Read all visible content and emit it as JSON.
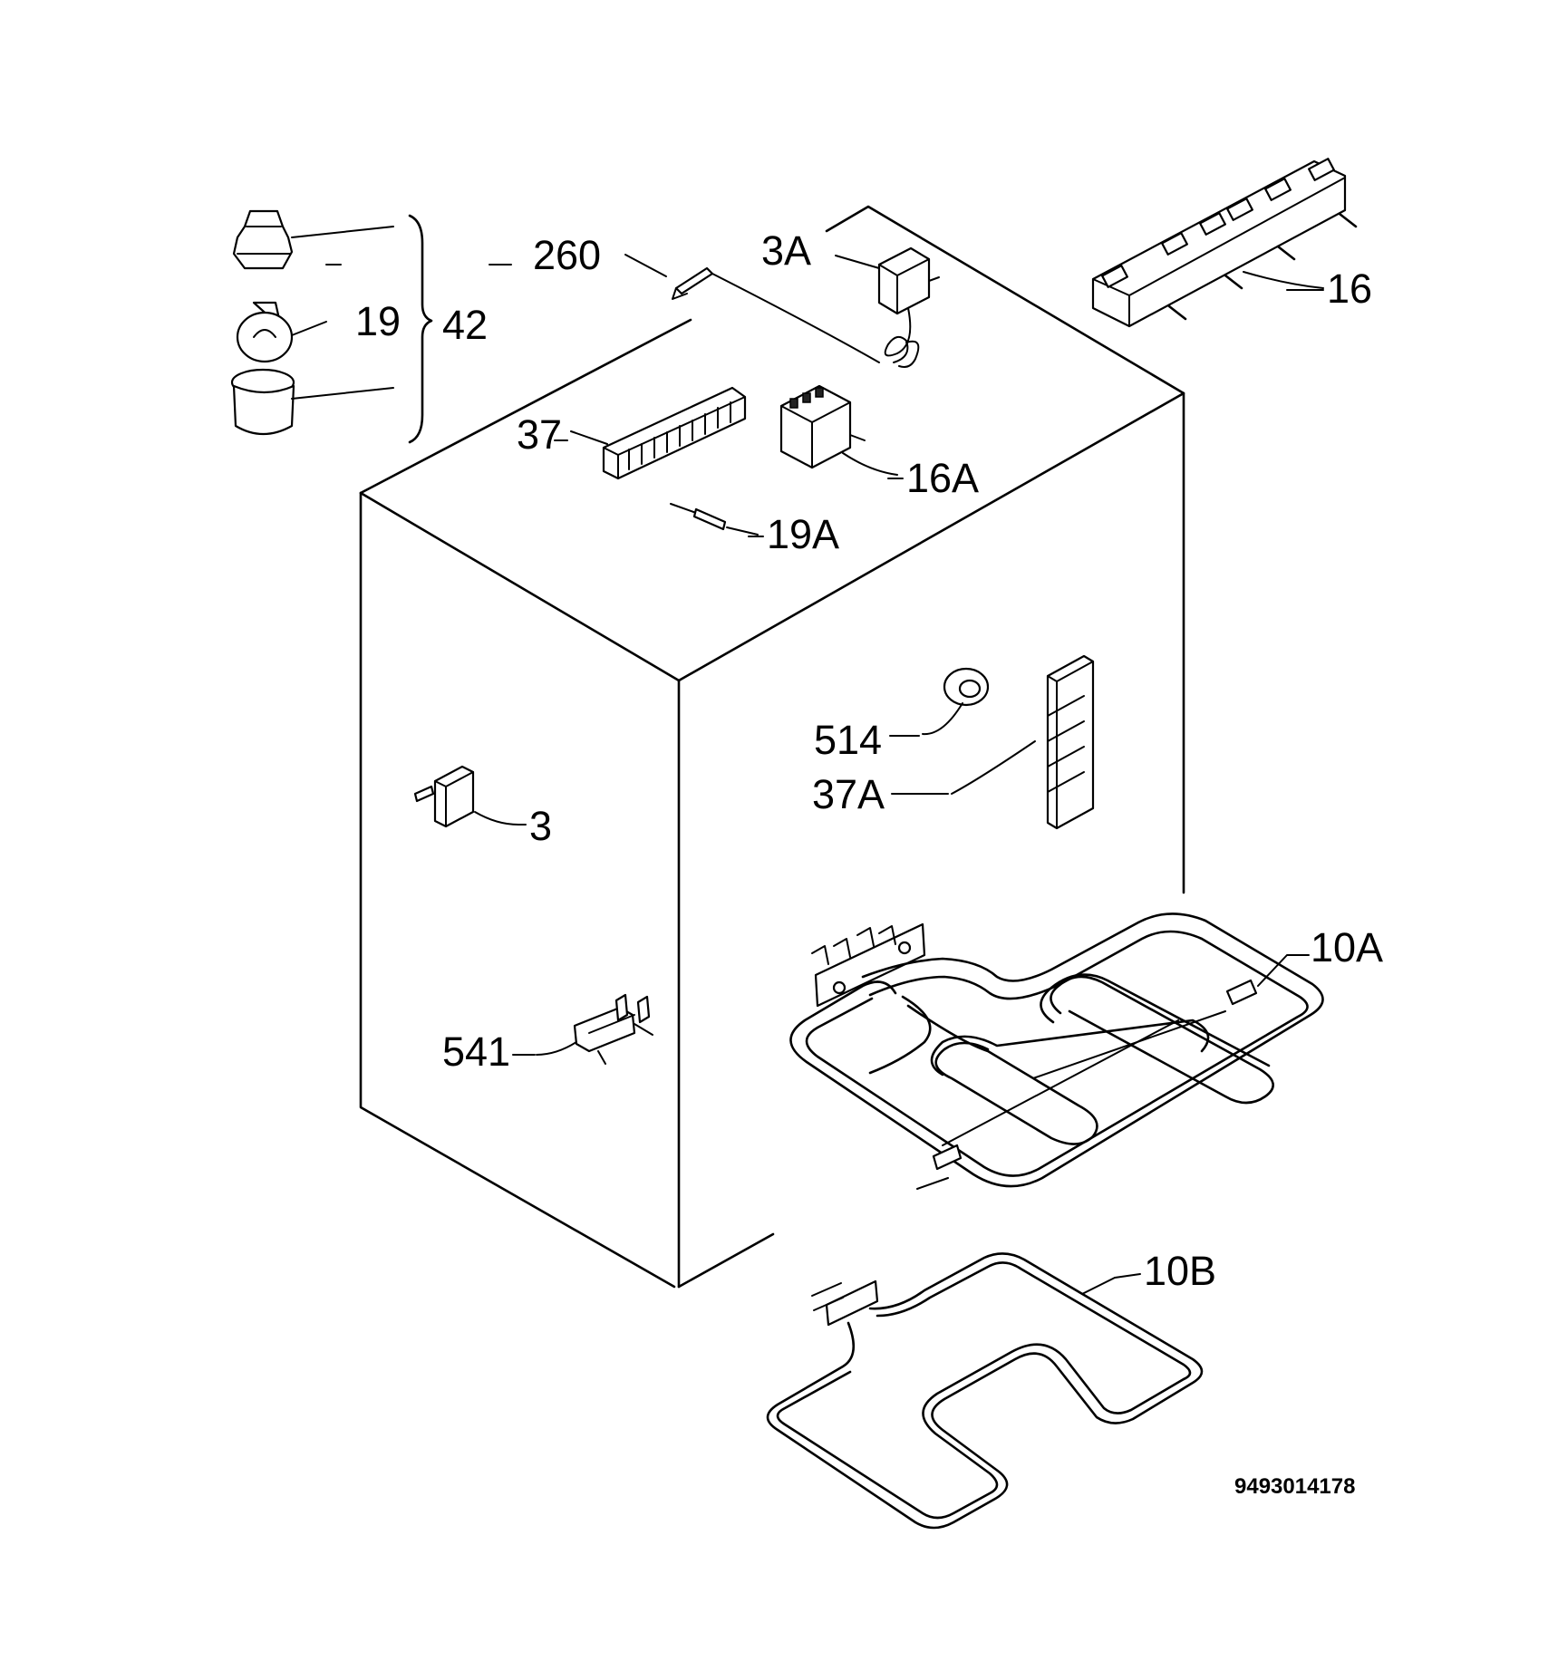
{
  "labels": {
    "l260": "260",
    "l3A": "3A",
    "l16": "16",
    "l19": "19",
    "l42": "42",
    "l37": "37",
    "l16A": "16A",
    "l19A": "19A",
    "l514": "514",
    "l37A": "37A",
    "l3": "3",
    "l10A": "10A",
    "l541": "541",
    "l10B": "10B"
  },
  "document_code": "9493014178"
}
